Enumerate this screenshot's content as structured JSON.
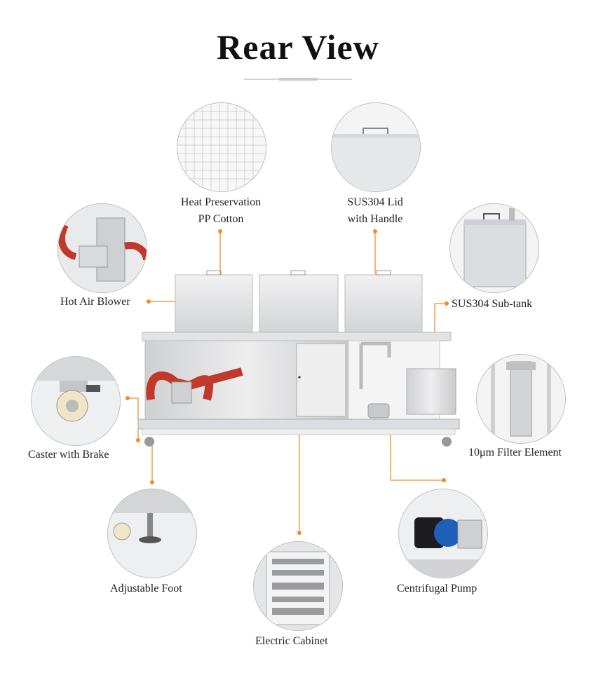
{
  "title": "Rear View",
  "labels": {
    "heat_preservation": [
      "Heat Preservation",
      "PP Cotton"
    ],
    "lid": [
      "SUS304 Lid",
      "with Handle"
    ],
    "hot_air_blower": "Hot Air Blower",
    "sub_tank": "SUS304 Sub-tank",
    "caster": "Caster with Brake",
    "filter": "10μm Filter Element",
    "adjustable_foot": "Adjustable Foot",
    "electric_cabinet": "Electric Cabinet",
    "centrifugal_pump": "Centrifugal Pump"
  },
  "colors": {
    "accent": "#f28c28",
    "steel": "#d9dadc",
    "hose": "#c0392b",
    "pump_blue": "#1f5fb8"
  }
}
